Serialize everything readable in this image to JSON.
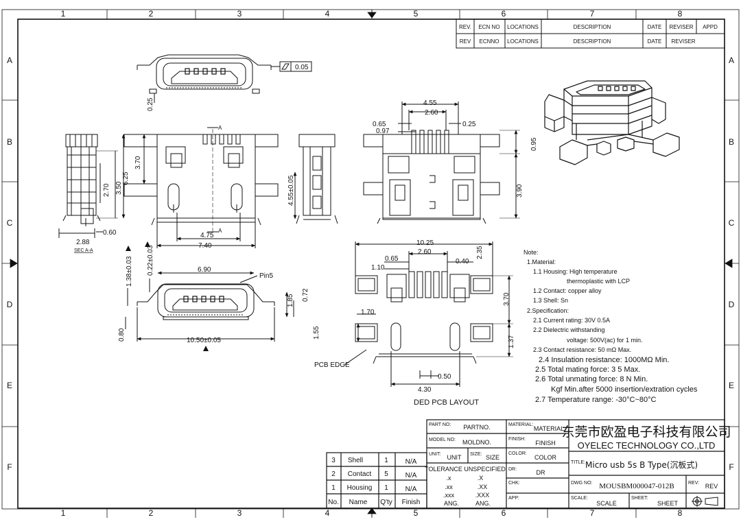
{
  "grid": {
    "cols": [
      "1",
      "2",
      "3",
      "4",
      "5",
      "6",
      "7",
      "8"
    ],
    "rows": [
      "A",
      "B",
      "C",
      "D",
      "E",
      "F"
    ]
  },
  "revision_table": {
    "row1": [
      "REV.",
      "ECN NO",
      "LOCATIONS",
      "DESCRIPTION",
      "DATE",
      "REVISER",
      "APPD"
    ],
    "row2": [
      "REV",
      "ECNNO",
      "LOCATIONS",
      "DESCRIPTION",
      "DATE",
      "REVISER"
    ]
  },
  "dims": {
    "flatness": "0.05",
    "top_025": "0.25",
    "d_625": "6.25",
    "d_370": "3.70",
    "d_350": "3.50",
    "d_270": "2.70",
    "d_288": "2.88",
    "d_060": "0.60",
    "sec_aa": "SEC A-A",
    "label_a": "A",
    "d_475": "4.75",
    "d_740": "7.40",
    "d_455_005": "4.55±0.05",
    "d_455": "4.55",
    "d_260": "2.60",
    "d_065": "0.65",
    "d_097": "0.97",
    "d_025b": "0.25",
    "d_095": "0.95",
    "d_390": "3.90",
    "d_138": "1.38±0.03",
    "d_022": "0.22±0.03",
    "d_690": "6.90",
    "pin5": "Pin5",
    "d_185": "1.85",
    "d_072": "0.72",
    "d_080": "0.80",
    "d_1050": "10.50±0.05",
    "d_1025": "10.25",
    "d_110": "1.10",
    "d_065b": "0.65",
    "d_260b": "2.60",
    "d_040": "0.40",
    "d_235": "2.35",
    "d_370b": "3.70",
    "d_170": "1.70",
    "d_155": "1.55",
    "d_137": "1.37",
    "d_050": "0.50",
    "d_430": "4.30",
    "pcb_edge": "PCB EDGE",
    "layout_title": "DED PCB LAYOUT"
  },
  "notes": [
    "Note:",
    "1.Material:",
    "1.1 Housing: High temperature",
    "thermoplastic with LCP",
    "1.2 Contact: copper alloy",
    "1.3 Shell: Sn",
    "2.Specification:",
    "2.1 Current rating: 30V 0.5A",
    "2.2 Dielectric withstanding",
    "voltage: 500V(ac) for 1 min.",
    "2.3 Contact resistance: 50 mΩ Max.",
    "2.4 Insulation resistance: 1000MΩ Min.",
    "2.5 Total mating force: 3 5          Max.",
    "2.6 Total unmating force: 8 N          Min.",
    "Kgf Min.after   5000 insertion/extration cycles",
    "2.7 Temperature range: -30°C~80°C"
  ],
  "bom": {
    "rows": [
      [
        "3",
        "Shell",
        "1",
        "N/A"
      ],
      [
        "2",
        "Contact",
        "5",
        "N/A"
      ],
      [
        "1",
        "Housing",
        "1",
        "N/A"
      ]
    ],
    "header": [
      "No.",
      "Name",
      "Q'ty",
      "Finish"
    ]
  },
  "title_block": {
    "part_no_label": "PART NO:",
    "part_no": "PARTNO.",
    "model_no_label": "MODEL NO:",
    "model_no": "MOLDNO.",
    "unit_label": "UNIT:",
    "unit": "UNIT",
    "size_label": "SIZE:",
    "size": "SIZE",
    "tolerance": "TOLERANCE UNSPECIFIED",
    "tol_left": [
      ".x",
      ".xx",
      ".xxx",
      "ANG."
    ],
    "tol_right": [
      ".X",
      ".XX",
      ".XXX",
      "ANG."
    ],
    "material_label": "MATERIAL:",
    "material": "MATERIAL",
    "finish_label": "FINISH:",
    "finish": "FINISH",
    "color_label": "COLOR:",
    "color": "COLOR",
    "dr_label": "DR:",
    "dr": "DR",
    "chk_label": "CHK:",
    "app_label": "APP:",
    "company_cn": "东莞市欧盈电子科技有限公司",
    "company_en": "OYELEC TECHNOLOGY CO.,LTD",
    "title_label": "TITLE:",
    "title": "Micro usb 5s B Type(沉板式)",
    "dwg_label": "DWG NO:",
    "dwg_no": "MOUSBM000047-012B",
    "rev_label": "REV:",
    "rev": "REV",
    "scale_label": "SCALE:",
    "scale": "SCALE",
    "sheet_label": "SHEET:",
    "sheet": "SHEET"
  },
  "colors": {
    "ink": "#111111",
    "paper": "#ffffff"
  }
}
